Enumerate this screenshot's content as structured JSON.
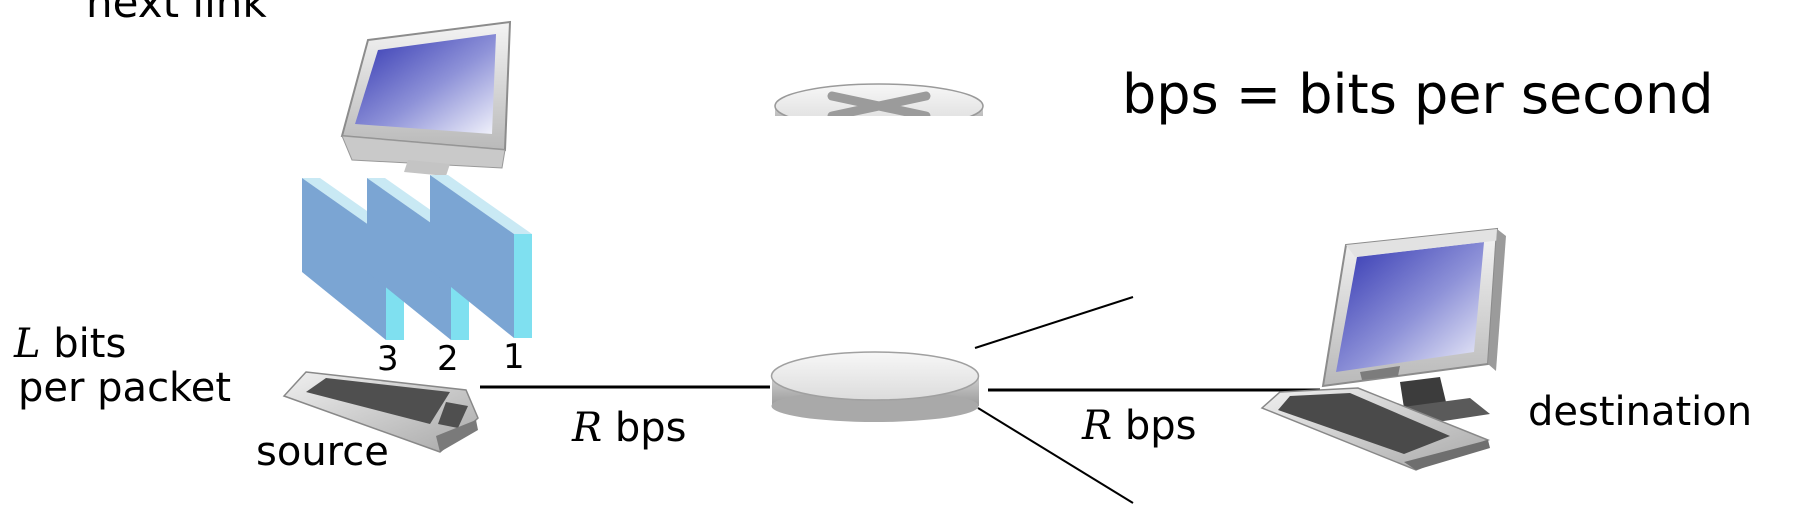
{
  "top_label": "next link",
  "legend": "bps = bits per second",
  "packet_size": {
    "symbol": "L",
    "line1_rest": "bits",
    "line2": "per packet"
  },
  "packets": [
    "3",
    "2",
    "1"
  ],
  "source_label": "source",
  "destination_label": "destination",
  "link1": {
    "symbol": "R",
    "unit": "bps"
  },
  "link2": {
    "symbol": "R",
    "unit": "bps"
  }
}
